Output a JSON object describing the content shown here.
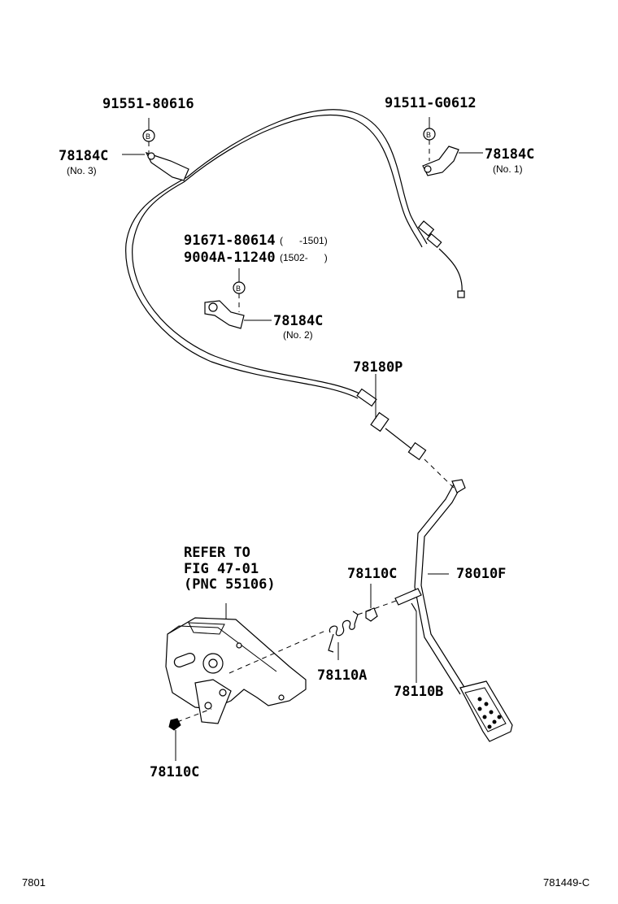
{
  "labels": {
    "bolt_no3": "91551-80616",
    "clamp_no3": "78184C",
    "clamp_no3_sub": "(No. 3)",
    "bolt_no1": "91511-G0612",
    "clamp_no1": "78184C",
    "clamp_no1_sub": "(No. 1)",
    "bolt_no2_a": "91671-80614",
    "bolt_no2_a_range": "(      -1501)",
    "bolt_no2_b": "9004A-11240",
    "bolt_no2_b_range": "(1502-      )",
    "clamp_no2": "78184C",
    "clamp_no2_sub": "(No. 2)",
    "cable": "78180P",
    "refer_line1": "REFER TO",
    "refer_line2": "FIG 47-01",
    "refer_line3": "(PNC 55106)",
    "bushing": "78110C",
    "pedal": "78010F",
    "spring": "78110A",
    "stopper": "78110B",
    "nut": "78110C",
    "circle_mark": "B"
  },
  "footer": {
    "left": "7801",
    "right": "781449-C"
  }
}
